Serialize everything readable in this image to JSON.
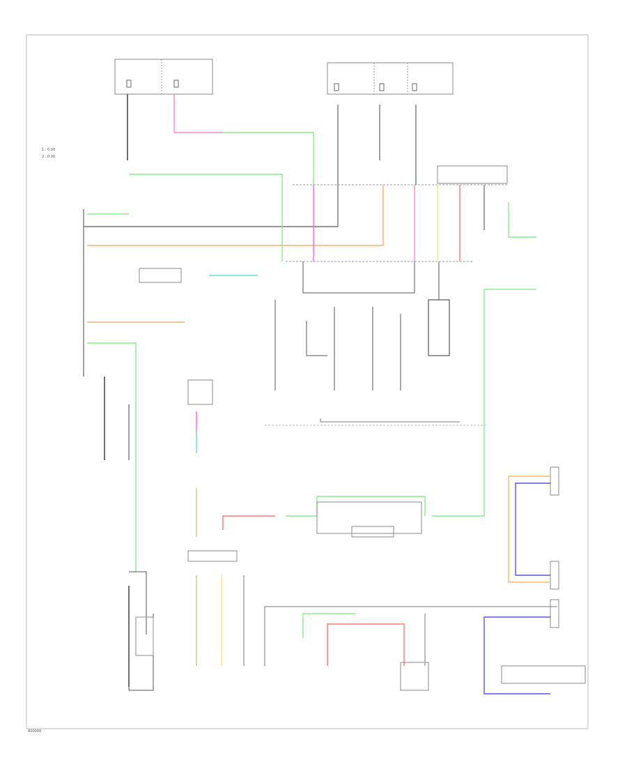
{
  "diagram": {
    "type": "wiring-schematic",
    "legend_labels": [
      "1 : 0.00",
      "2 : 0.00"
    ],
    "wire_colors": {
      "black": "#333333",
      "gray": "#777777",
      "green": "#88ee88",
      "pink": "#ff88cc",
      "magenta": "#ee66ee",
      "orange": "#f0b070",
      "yellow": "#eeee77",
      "red": "#ff7777",
      "blue": "#5555ee",
      "cyan": "#66dddd",
      "tan": "#d8c080",
      "lightorange": "#ffb866"
    },
    "footer_code": "000000"
  }
}
